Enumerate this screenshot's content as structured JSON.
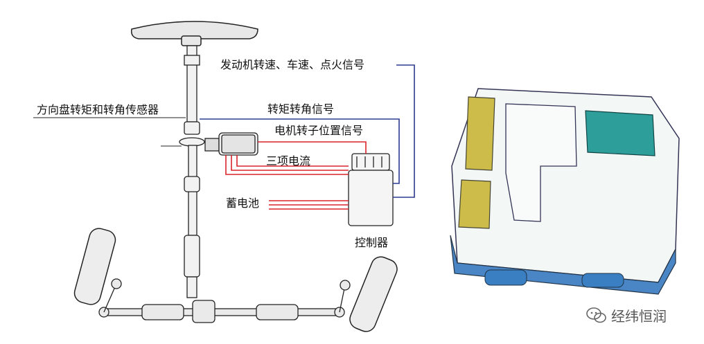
{
  "labels": {
    "engine_signal": "发动机转速、车速、点火信号",
    "torque_sensor": "方向盘转矩和转角传感器",
    "torque_signal": "转矩转角信号",
    "rotor_signal": "电机转子位置信号",
    "three_phase": "三项电流",
    "battery": "蓄电池",
    "controller": "控制器"
  },
  "watermark": {
    "text": "经纬恒润",
    "icon": "wechat-icon"
  },
  "colors": {
    "signal_line": "#2b3a8f",
    "power_line": "#d8232a",
    "controller_teal": "#2e9e9a",
    "module_blue": "#3a7fc1"
  }
}
